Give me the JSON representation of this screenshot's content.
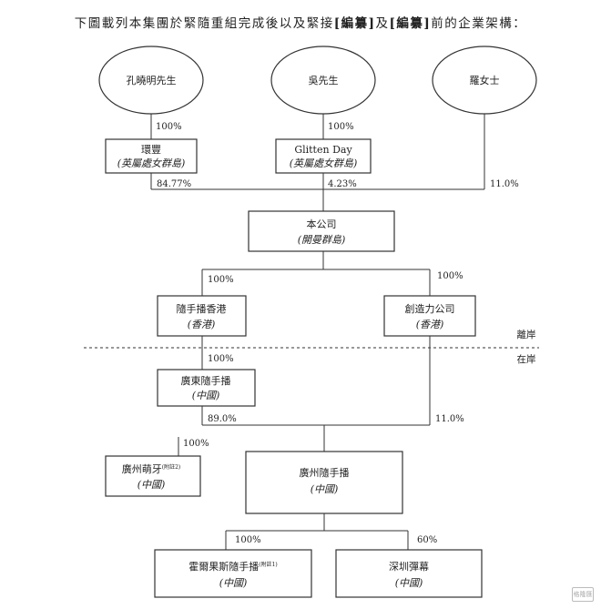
{
  "title": {
    "before": "下圖載列本集團於緊隨重組完成後以及緊接",
    "redacted": "[編纂]",
    "middle": "及",
    "after": "前的企業架構："
  },
  "shareholders": {
    "kong": "孔曉明先生",
    "wu": "吳先生",
    "luo": "羅女士"
  },
  "entities": {
    "huanfeng": {
      "name": "環豐",
      "sub": "(英屬處女群島)"
    },
    "glitten": {
      "name": "Glitten Day",
      "sub": "(英屬處女群島)"
    },
    "company": {
      "name": "本公司",
      "sub": "(開曼群島)"
    },
    "suishou_hk": {
      "name": "隨手播香港",
      "sub": "(香港)"
    },
    "chuangzaoli": {
      "name": "創造力公司",
      "sub": "(香港)"
    },
    "guangdong": {
      "name": "廣東隨手播",
      "sub": "(中國)"
    },
    "mengya": {
      "name": "廣州萌牙",
      "note": "(附註2)",
      "sub": "(中國)"
    },
    "guangzhou": {
      "name": "廣州隨手播",
      "sub": "(中國)"
    },
    "huoersi": {
      "name": "霍爾果斯隨手播",
      "note": "(附註1)",
      "sub": "(中國)"
    },
    "danmu": {
      "name": "深圳彈幕",
      "sub": "(中國)"
    }
  },
  "percentages": {
    "kong_huanfeng": "100%",
    "wu_glitten": "100%",
    "huanfeng_company": "84.77%",
    "glitten_company": "4.23%",
    "luo_company": "11.0%",
    "company_suishou_hk": "100%",
    "company_chuangzaoli": "100%",
    "suishou_hk_guangdong": "100%",
    "guangdong_mengya": "100%",
    "guangdong_guangzhou": "89.0%",
    "chuangzaoli_guangzhou": "11.0%",
    "guangzhou_huoersi": "100%",
    "guangzhou_danmu": "60%"
  },
  "zones": {
    "offshore": "離岸",
    "onshore": "在岸"
  },
  "watermark": "格隆匯"
}
